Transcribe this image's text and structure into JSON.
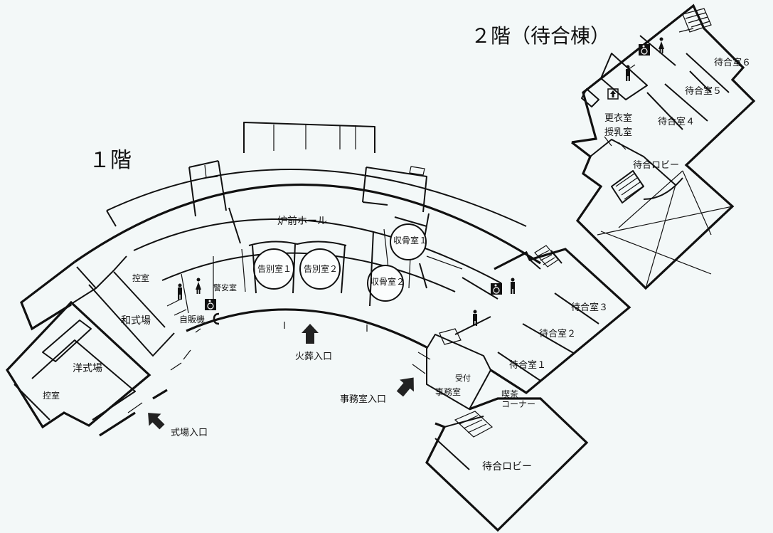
{
  "floors": {
    "first": "１階",
    "second": "２階（待合棟）"
  },
  "rooms": {
    "furnace_hall": "炉前ホール",
    "farewell_1": "告別室１",
    "farewell_2": "告別室２",
    "bone_1": "収骨室１",
    "bone_2": "収骨室２",
    "guard": "警安室",
    "vending": "自販機",
    "ctrl_upper": "控室",
    "ctrl_lower": "控室",
    "japanese_hall": "和式場",
    "western_hall": "洋式場",
    "waiting_1": "待合室１",
    "waiting_2": "待合室２",
    "waiting_3": "待合室３",
    "waiting_4": "待合室４",
    "waiting_5": "待合室５",
    "waiting_6": "待合室６",
    "lobby_1f": "待合ロビー",
    "lobby_2f": "待合ロビー",
    "office": "事務室",
    "reception": "受付",
    "cafe_1": "喫茶",
    "cafe_2": "コーナー",
    "dressing": "更衣室",
    "nursing": "授乳室"
  },
  "entrances": {
    "cremation": "火葬入口",
    "office": "事務室入口",
    "ceremony": "式場入口"
  },
  "icons": [
    "toilet-male-icon",
    "toilet-female-icon",
    "wheelchair-icon",
    "stairs-icon",
    "elevator-icon",
    "entrance-arrow-icon"
  ]
}
